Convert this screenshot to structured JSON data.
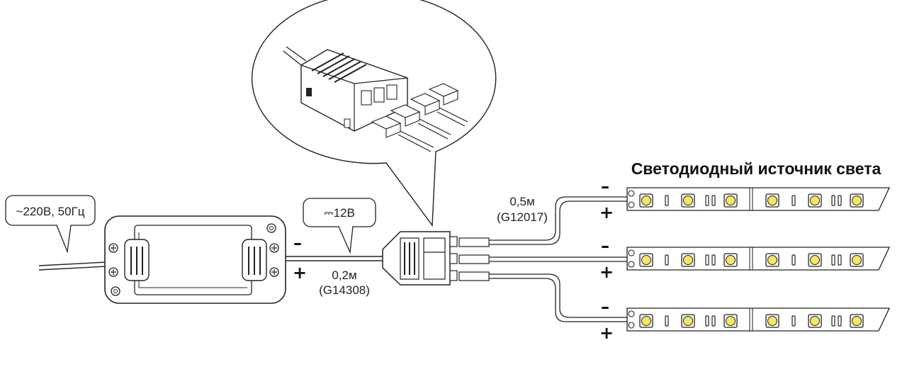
{
  "labels": {
    "mains": "~220В, 50Гц",
    "dc_voltage": "⎓12В",
    "main_cable_length": "0,2м",
    "main_cable_code": "(G14308)",
    "branch_cable_length": "0,5м",
    "branch_cable_code": "(G12017)",
    "strip_title": "Светодиодный источник света"
  },
  "polarity": {
    "minus": "–",
    "plus": "+"
  },
  "strips": [
    {
      "id": 1
    },
    {
      "id": 2
    },
    {
      "id": 3
    }
  ],
  "colors": {
    "line": "#222222",
    "led_fill": "#f5e663",
    "background": "#ffffff"
  }
}
